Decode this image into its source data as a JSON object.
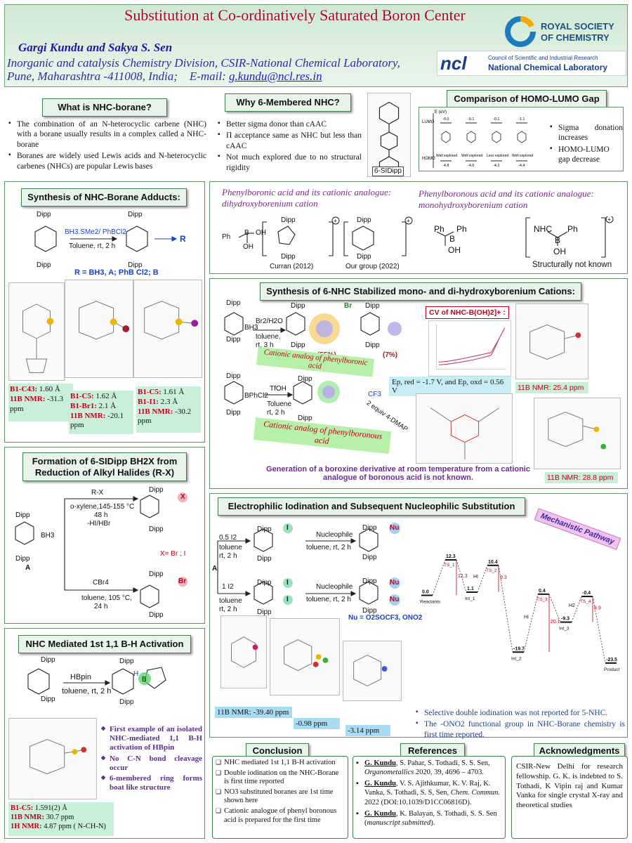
{
  "header": {
    "title": "Substitution at Co-ordinatively Saturated Boron Center",
    "authors": "Gargi Kundu and Sakya S. Sen",
    "affiliation_line1": "Inorganic and  catalysis Chemistry Division, CSIR-National Chemical Laboratory,",
    "affiliation_line2": "Pune, Maharashtra -411008, India;",
    "email_label": "E-mail:",
    "email": "g.kundu@ncl.res.in",
    "rsc_line1": "ROYAL SOCIETY",
    "rsc_line2": "OF CHEMISTRY",
    "ncl_line1": "Council of Scientific and Industrial Research",
    "ncl_line2": "National Chemical Laboratory",
    "ncl_mark": "ncl"
  },
  "what_is": {
    "title": "What is NHC-borane?",
    "bullets": [
      "The combination of an N-heterocyclic carbene (NHC) with a borane usually results in a complex called a NHC-borane",
      "Boranes are widely used Lewis acids and N-heterocyclic carbenes (NHCs) are popular Lewis bases"
    ]
  },
  "why6": {
    "title": "Why 6-Membered NHC?",
    "bullets": [
      "Better sigma donor than cAAC",
      "Π acceptance same as NHC but less than cAAC",
      "Not much explored due to no structural rigidity"
    ],
    "label": "6-SIDipp"
  },
  "homo": {
    "title": "Comparison of HOMO-LUMO Gap",
    "axis": "E (eV)",
    "lumo": "LUMO",
    "homo": "HOMO",
    "lumo_vals": [
      "-0.0",
      "-0.1",
      "-0.1",
      "-1.1"
    ],
    "homo_vals": [
      "-4.8",
      "-4.6",
      "-4.2",
      "-4.4"
    ],
    "labels": [
      "Well explored",
      "Well explored",
      "Less explored",
      "Well explored"
    ],
    "bullets": [
      "Sigma donation increases",
      "HOMO-LUMO gap decrease"
    ]
  },
  "synth": {
    "title": "Synthesis of NHC-Borane Adducts:",
    "dipp": "Dipp",
    "reagent": "BH3.SMe2/ PhBCl2",
    "conditions": "Toluene, rt, 2 h",
    "r": "R",
    "r_def": "R = BH3, A; PhB Cl2; B",
    "xtal1": {
      "a": "B1-C43:",
      "av": " 1.60 Å",
      "n": "11B NMR:",
      "nv": " -31.3 ppm"
    },
    "xtal2": {
      "a": "B1-C5:",
      "av": " 1.62 Å",
      "b": "B1-Br1:",
      "bv": " 2.1 Å",
      "n": "11B NMR:",
      "nv": " -20.1 ppm"
    },
    "xtal3": {
      "a": "B1-C5:",
      "av": " 1.61 Å",
      "b": "B1-I1:",
      "bv": " 2.3 Å",
      "n": "11B NMR:",
      "nv": " -30.2 ppm"
    }
  },
  "acids": {
    "h1": "Phenylboronic acid and its cationic analogue:",
    "h1b": "dihydroxyborenium cation",
    "h2": "Phenylboronous acid and its cationic analogue:",
    "h2b": "monohydroxyborenium cation",
    "curran": "Curran (2012)",
    "ourgroup": "Our group (2022)",
    "unknown": "Structurally not known",
    "ph": "Ph",
    "b": "B",
    "oh": "OH",
    "nhc": "NHC",
    "dipp": "Dipp"
  },
  "cations": {
    "title": "Synthesis of 6-NHC Stabilized mono- and di-hydroxyborenium Cations:",
    "r1": "Br2/H2O",
    "c1": "toluene, rt, 3 h",
    "y1": "(55%)",
    "y2": "(7%)",
    "br": "Br",
    "cv": "CV of NHC-B(OH)2]+ :",
    "banner1": "Cationic analog of phenylboronic acid",
    "banner2": "Cationic analog of phenylboronous acid",
    "r2": "TfOH",
    "c2": "Toluene rt, 2 h",
    "epot": "Ep, red = -1.7 V, and Ep, oxd = 0.56 V",
    "dmap": "2 equiv 4-DMAP",
    "nmr1": "11B NMR:  25.4 ppm",
    "nmr2": "11B NMR: 28.8 ppm",
    "gen": "Generation of a boroxine derivative at room temperature from a cationic analogue of boronous acid is not known.",
    "bph": "BPhCl2",
    "bh3": "BH3",
    "cf3": "CF3",
    "dipp": "Dipp"
  },
  "formation": {
    "title": "Formation of 6-SIDipp BH2X from Reduction of Alkyl Halides (R-X)",
    "rx": "R-X",
    "c1": "o-xylene,145-155 °C",
    "c1b": "48 h",
    "c1c": "-HI/HBr",
    "x": "X= Br ; I",
    "cbr": "CBr4",
    "c2": "toluene, 105 °C,",
    "c2b": "24 h",
    "a": "A",
    "bh3": "BH3",
    "dipp": "Dipp",
    "xl": "X",
    "brl": "Br"
  },
  "iod": {
    "title": "Electrophilic Iodination and Subsequent Nucleophilic Substitution",
    "i1": "0.5 I2",
    "c1": "toluene rt, 2 h",
    "i2": "1 I2",
    "c2": "toluene rt, 2 h",
    "nuc": "Nucleophile",
    "nc1": "toluene, rt, 2 h",
    "nc2": "toluene, rt, 2 h",
    "nu_def": "Nu = O2SOCF3,  ONO2",
    "a": "A",
    "mech": "Mechanistic Pathway",
    "nmr": "11B NMR: -39.40 ppm",
    "v2": "-0.98 ppm",
    "v3": "-3.14 ppm",
    "bullets": [
      "Selective double iodination was not reported for 5-NHC.",
      "The -ONO2 functional group in NHC-Borane chemistry is first time reported."
    ],
    "energies": {
      "r": "0.0",
      "ts1": "12.3",
      "i1": "1.1",
      "ts2": "10.4",
      "i2": "-19.7",
      "ts3": "0.4",
      "i3": "-9.3",
      "ts4": "-0.4",
      "p": "-23.5",
      "d1": "12.3",
      "d2": "9.3",
      "d3": "20.1",
      "d4": "8.9"
    },
    "labels": {
      "reactants": "Reactants",
      "ts1": "TS_1",
      "int1": "Int_1",
      "ts2": "TS_2",
      "int2": "Int_2",
      "ts3": "TS_3",
      "int3": "Int_3",
      "ts4": "TS_4",
      "product": "Product",
      "hi": "HI",
      "h2": "H2"
    },
    "i": "I",
    "nu": "Nu",
    "h": "H",
    "b": "B",
    "dipp": "Dipp"
  },
  "bh": {
    "title": "NHC Mediated 1st 1,1 B-H Activation",
    "reagent": "HBpin",
    "cond": "toluene, rt, 2 h",
    "bullets": [
      "First example of an isolated NHC-mediated 1,1 B-H activation of HBpin",
      "No C-N bond cleavage occur",
      "6-membered ring forms boat like structure"
    ],
    "l1": "B1-C5:",
    "v1": " 1.591(2) Å",
    "l2": "11B NMR:",
    "v2": " 30.7 ppm",
    "l3": "1H NMR:",
    "v3": "  4.87 ppm ( N-CH-N)",
    "dipp": "Dipp",
    "h": "H",
    "b": "B"
  },
  "conclusion": {
    "title": "Conclusion",
    "items": [
      "NHC mediated 1st 1,1  B-H activation",
      "Double iodination on the NHC-Borane is first time reported",
      "NO3 substituted boranes are 1st time shown here",
      "Cationic analogue of phenyl boronous acid is prepared for the first time"
    ]
  },
  "references": {
    "title": "References",
    "r1a": "G. Kundu",
    "r1b": ", S. Pahar, S. Tothadi, S. S. Sen, ",
    "r1c": "Organometallics",
    "r1d": " 2020, 39, 4696 – 4703.",
    "r2a": "G. Kundu",
    "r2b": ", V. S. Ajithkumar, K. V. Raj, K. Vanka, S. Tothadi, S. S, Sen, ",
    "r2c": "Chem. Commun.",
    "r2d": " 2022 (DOI:10.1039/D1CC06816D).",
    "r3a": "G. Kundu",
    "r3b": ", K. Balayan, S. Tothadi, S. S. Sen (",
    "r3c": "manuscript submitted",
    "r3d": ")."
  },
  "ack": {
    "title": "Acknowledgments",
    "text": "CSIR-New Delhi for research fellowship. G. K. is indebted to S. Tothadi, K Vipin raj and Kumar Vanka for single crystal X-ray and theoretical studies"
  },
  "colors": {
    "accent_green": "#3e7f4e",
    "title_red": "#b2001e",
    "author_blue": "#1a1aa6",
    "purple": "#7a2a8a",
    "cyan": "#c6eef4",
    "mint": "#c8f0d8"
  }
}
